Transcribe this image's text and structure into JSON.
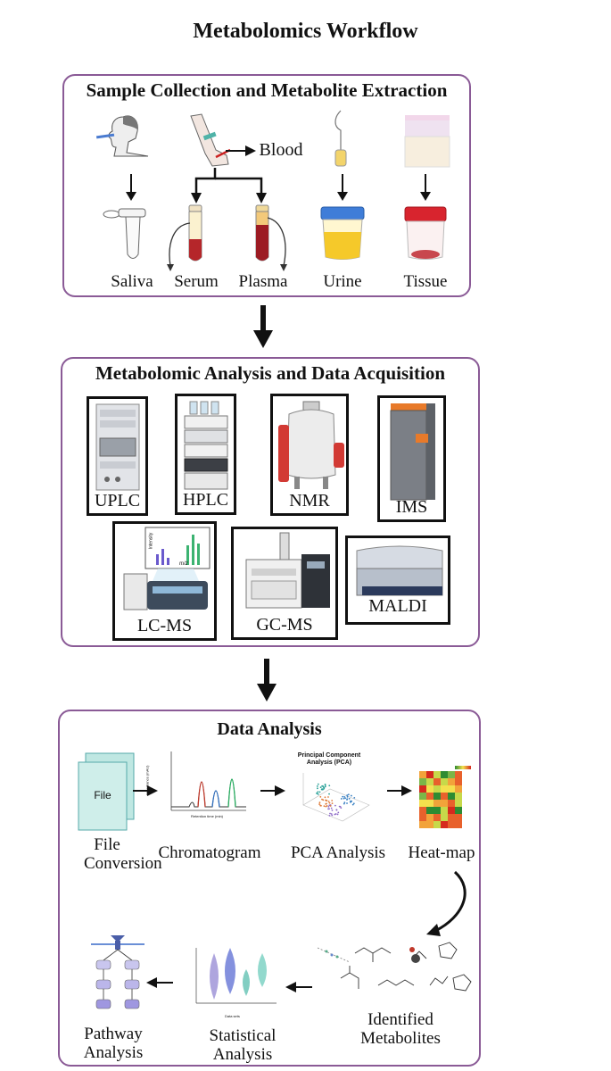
{
  "title": "Metabolomics Workflow",
  "panel1": {
    "title": "Sample Collection and Metabolite Extraction",
    "blood_label": "Blood",
    "samples": [
      "Saliva",
      "Serum",
      "Plasma",
      "Urine",
      "Tissue"
    ]
  },
  "panel2": {
    "title": "Metabolomic Analysis and Data Acquisition",
    "instruments": [
      "UPLC",
      "HPLC",
      "NMR",
      "IMS",
      "LC-MS",
      "GC-MS",
      "MALDI"
    ],
    "ms_axis_y": "Intensity",
    "ms_axis_x": "m/z"
  },
  "panel3": {
    "title": "Data Analysis",
    "file_icon_text": "File",
    "steps": [
      "File\nConversion",
      "Chromatogram",
      "PCA Analysis",
      "Heat-map",
      "Identified\nMetabolites",
      "Statistical\nAnalysis",
      "Pathway\nAnalysis"
    ],
    "pca_title": "Principal Component\nAnalysis (PCA)",
    "chrom_ylabel": "Absorbance (mAU)",
    "chrom_xlabel": "Retention time (min)",
    "violin_xlabel": "Data sets"
  },
  "colors": {
    "panel_border": "#8a5a96",
    "arrow": "#111111"
  }
}
